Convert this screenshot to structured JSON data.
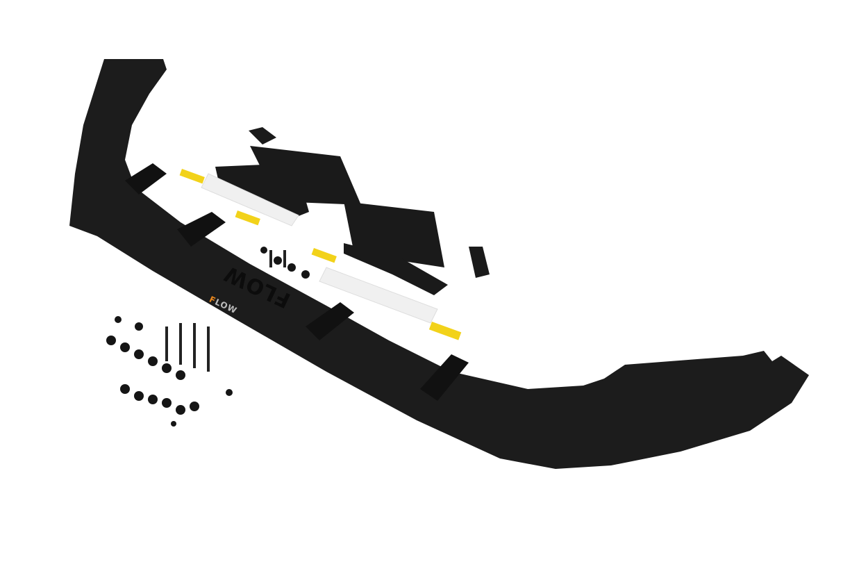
{
  "scene": {
    "subject": "Black front splitter lip kit with mounting brackets, winglets and hardware",
    "background": "#ffffff",
    "colors": {
      "splitter": "#1c1c1c",
      "hardware": "#151515",
      "tape": "#f2d21a",
      "brand_accent": "#e8871e"
    }
  },
  "branding": {
    "embossed_logo": "FLOW",
    "printed_logo_first": "F",
    "printed_logo_rest": "LOW"
  }
}
